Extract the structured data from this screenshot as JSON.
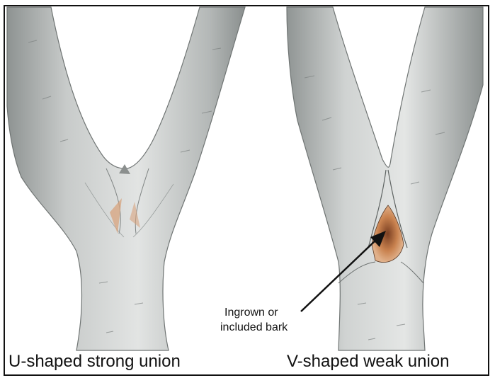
{
  "captions": {
    "left": "U-shaped strong union",
    "right": "V-shaped weak union"
  },
  "annotation": {
    "line1": "Ingrown or",
    "line2": "included bark"
  },
  "colors": {
    "bark_light": "#d9dcdb",
    "bark_mid": "#b9bdbc",
    "bark_dark": "#8e9392",
    "included_bark": "#c9824f",
    "frame": "#111111"
  }
}
